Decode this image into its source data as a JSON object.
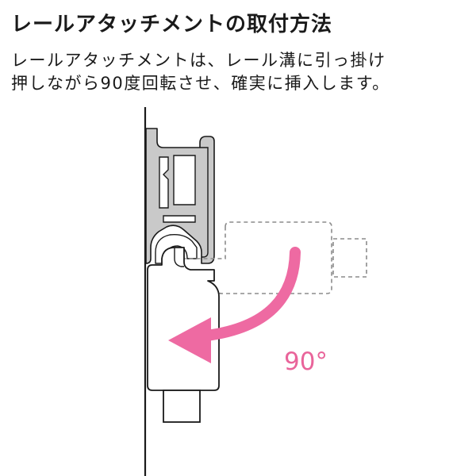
{
  "title": "レールアタッチメントの取付方法",
  "description_lines": [
    "レールアタッチメントは、レール溝に引っ掛け",
    "押しながら90度回転させ、確実に挿入します。"
  ],
  "rotation_label": "90°",
  "colors": {
    "accent_arrow": "#ee6aa2",
    "rail_fill": "#c9c9c9",
    "outline": "#1a1a1a",
    "dashed_outline": "#8c8c8c"
  }
}
